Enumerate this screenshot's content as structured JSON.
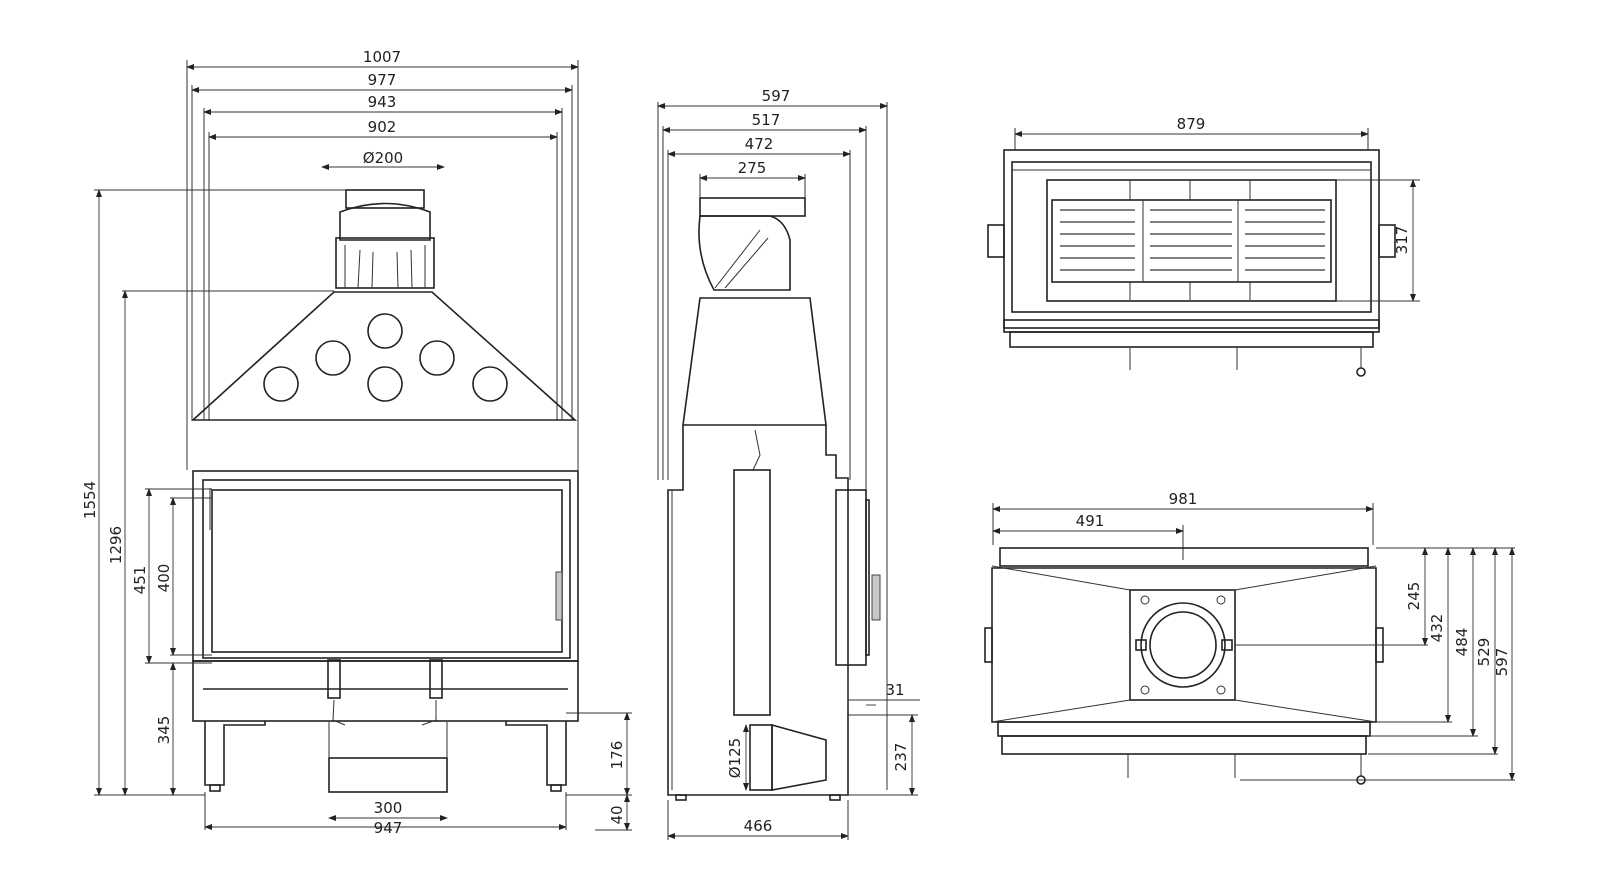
{
  "front_view": {
    "width_overall": "1007",
    "width_2": "977",
    "width_3": "943",
    "width_4": "902",
    "flue_diameter": "Ø200",
    "height_total": "1554",
    "height_body": "1296",
    "door_outer": "451",
    "glass_height": "400",
    "base_height": "345",
    "bottom_opening": "300",
    "bottom_width": "947",
    "feet_height": "176",
    "leg_height": "40"
  },
  "side_view": {
    "depth_overall": "597",
    "depth_2": "517",
    "depth_3": "472",
    "flue_offset": "275",
    "air_inlet_diameter": "Ø125",
    "base_depth": "466",
    "handle_offset": "31",
    "inlet_height": "237"
  },
  "top_view": {
    "width": "879",
    "depth": "317"
  },
  "bottom_view": {
    "width": "981",
    "center_offset": "491",
    "d1": "245",
    "d2": "432",
    "d3": "484",
    "d4": "529",
    "d5": "597"
  }
}
